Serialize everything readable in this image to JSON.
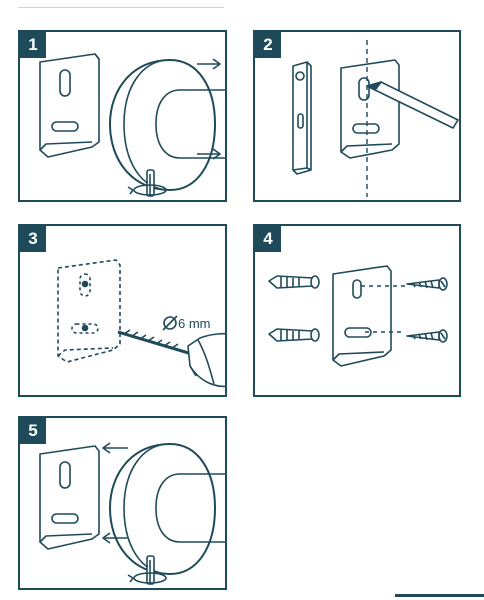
{
  "steps": [
    {
      "number": "1"
    },
    {
      "number": "2"
    },
    {
      "number": "3",
      "drill_label": "6 mm"
    },
    {
      "number": "4"
    },
    {
      "number": "5"
    }
  ],
  "colors": {
    "ink": "#1f4a5a",
    "panel_border": "#1f4a5a",
    "badge_text": "#ffffff"
  }
}
